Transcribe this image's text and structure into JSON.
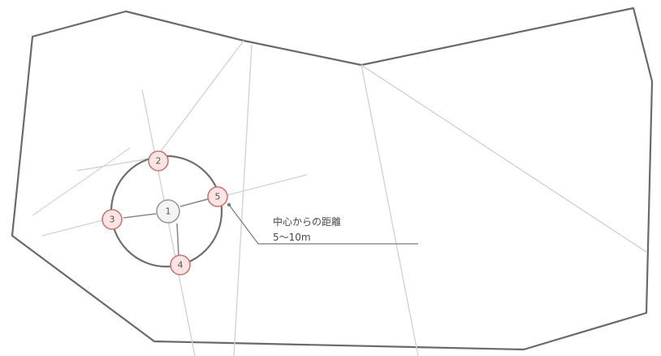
{
  "diagram": {
    "nodes": [
      {
        "label": "1",
        "role": "center"
      },
      {
        "label": "2",
        "role": "station"
      },
      {
        "label": "3",
        "role": "station"
      },
      {
        "label": "4",
        "role": "station"
      },
      {
        "label": "5",
        "role": "station"
      }
    ],
    "callout": {
      "line1": "中心からの距離",
      "line2": "5〜10m"
    },
    "colors": {
      "outline": "#6a6a6a",
      "guide_lines": "#d3d3d3",
      "station_fill": "#fde4e4",
      "station_stroke": "#c77878"
    }
  }
}
